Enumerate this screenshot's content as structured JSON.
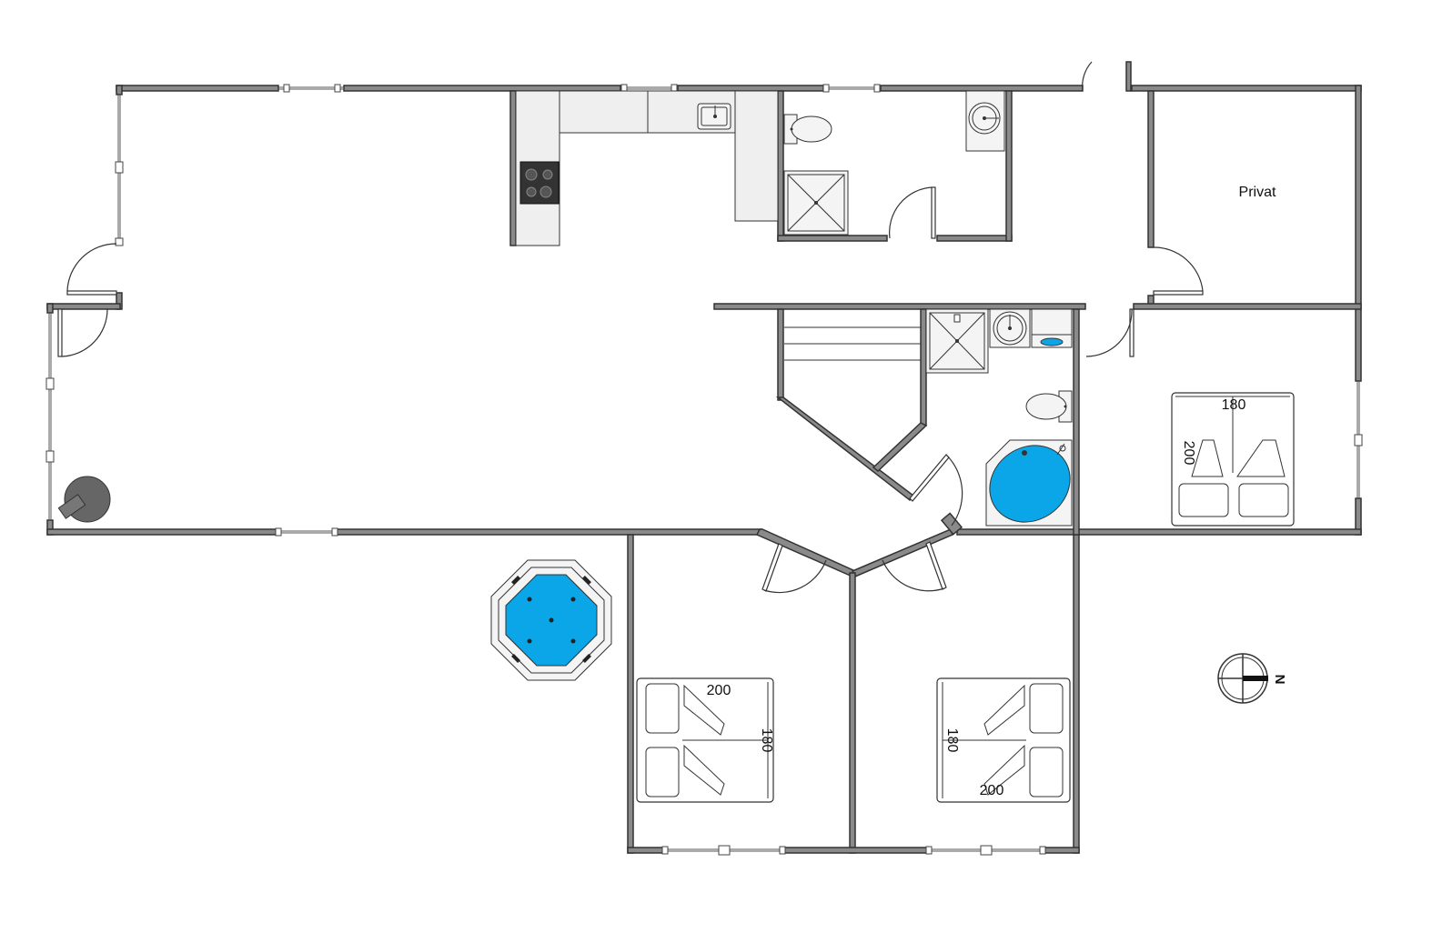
{
  "rooms": {
    "private_label": "Privat"
  },
  "beds": {
    "east_bedroom": {
      "width_label": "180",
      "length_label": "200"
    },
    "south_left_bedroom": {
      "width_label": "180",
      "length_label": "200"
    },
    "south_right_bedroom": {
      "width_label": "180",
      "length_label": "200"
    }
  },
  "compass": {
    "north_label": "N",
    "icon": "compass-icon"
  },
  "colors": {
    "wall": "#8a8a8a",
    "water": "#0aa6e8",
    "stove": "#333333"
  }
}
